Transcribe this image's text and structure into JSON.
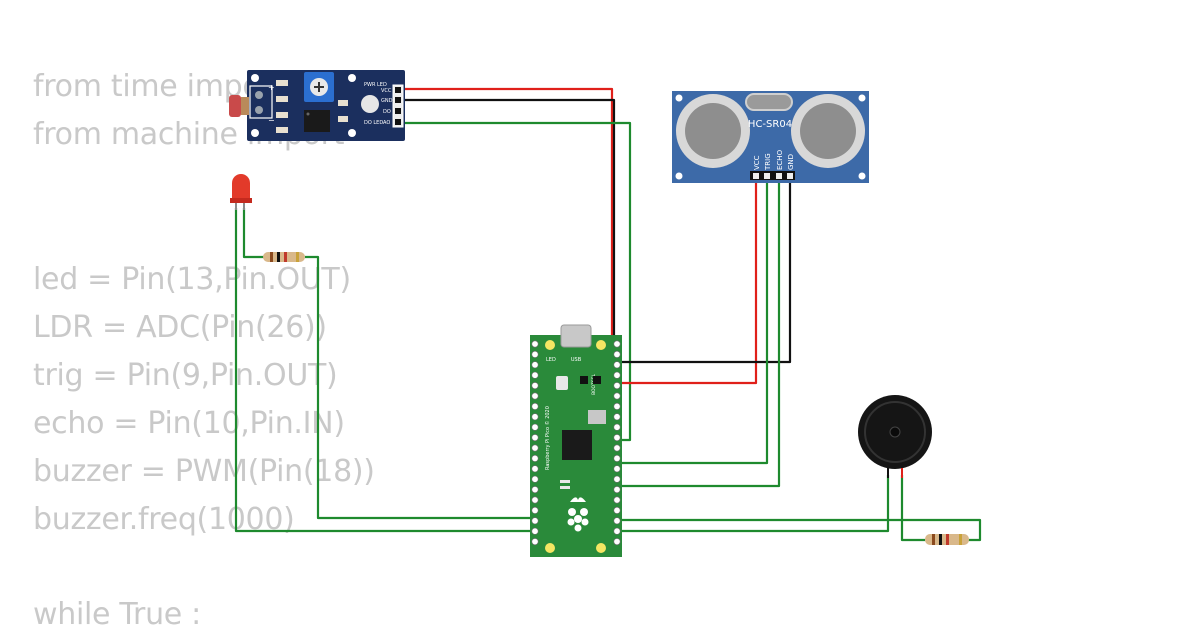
{
  "code": {
    "lines": [
      "from time import",
      "from machine import",
      "",
      "",
      "led = Pin(13,Pin.OUT)",
      "LDR = ADC(Pin(26))",
      "trig = Pin(9,Pin.OUT)",
      "echo = Pin(10,Pin.IN)",
      "buzzer = PWM(Pin(18))",
      "buzzer.freq(1000)",
      "",
      "while True :"
    ]
  },
  "ldr_module": {
    "pins": [
      "VCC",
      "GND",
      "DO",
      "AO"
    ],
    "pwr_led_label": "PWR LED",
    "do_led_label": "DO LED",
    "plus_label": "+",
    "minus_label": "−"
  },
  "ultrasonic": {
    "name": "HC-SR04",
    "pins": [
      "VCC",
      "TRIG",
      "ECHO",
      "GND"
    ]
  },
  "pico": {
    "usb_label": "USB",
    "led_label": "LED",
    "bootsel_label": "BOOTSEL",
    "brand_label": "Raspberry Pi Pico © 2020"
  },
  "colors": {
    "wire_red": "#e0201a",
    "wire_black": "#111111",
    "wire_green": "#1e8a2e",
    "board_blue": "#1b2f5e",
    "sensor_blue": "#3d6aa8",
    "pico_green": "#2a8a3a"
  }
}
